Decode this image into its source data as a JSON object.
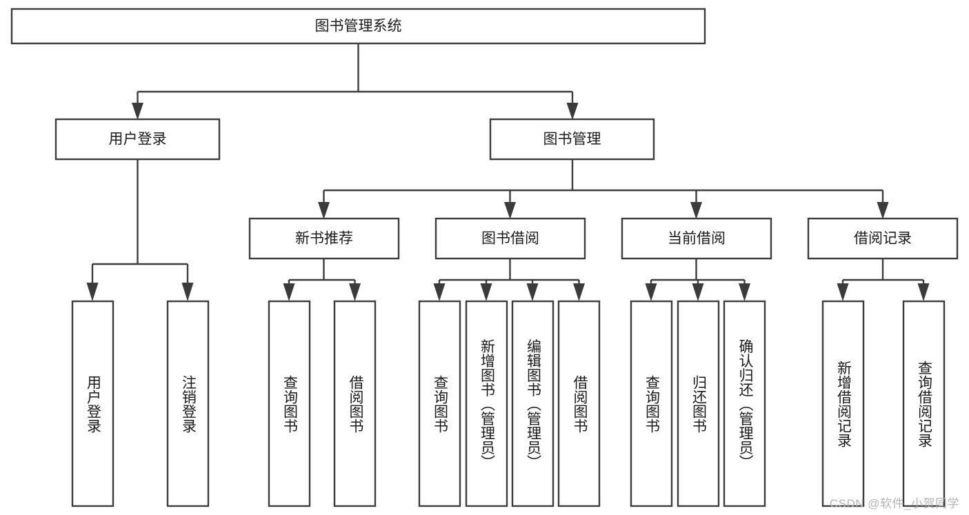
{
  "diagram": {
    "title": "图书管理系统",
    "type": "tree-hierarchy-chart",
    "watermark": "CSDN @软件_小贺同学",
    "colors": {
      "stroke": "#3b3b3b",
      "fill": "#ffffff",
      "text": "#1a1a1a",
      "watermark": "#b4b4b4",
      "background": "#ffffff"
    },
    "root": {
      "label": "图书管理系统",
      "orientation": "horizontal"
    },
    "level1": [
      {
        "label": "用户登录",
        "orientation": "horizontal"
      },
      {
        "label": "图书管理",
        "orientation": "horizontal"
      }
    ],
    "level2": [
      {
        "label": "新书推荐",
        "orientation": "horizontal"
      },
      {
        "label": "图书借阅",
        "orientation": "horizontal"
      },
      {
        "label": "当前借阅",
        "orientation": "horizontal"
      },
      {
        "label": "借阅记录",
        "orientation": "horizontal"
      }
    ],
    "leaves": {
      "user_login": [
        {
          "label": "用户登录",
          "orientation": "vertical"
        },
        {
          "label": "注销登录",
          "orientation": "vertical"
        }
      ],
      "new_book_recommend": [
        {
          "label": "查询图书",
          "orientation": "vertical"
        },
        {
          "label": "借阅图书",
          "orientation": "vertical"
        }
      ],
      "book_borrow": [
        {
          "label": "查询图书",
          "orientation": "vertical"
        },
        {
          "label": "新增图书（管理员）",
          "orientation": "vertical"
        },
        {
          "label": "编辑图书（管理员）",
          "orientation": "vertical"
        },
        {
          "label": "借阅图书",
          "orientation": "vertical"
        }
      ],
      "current_borrow": [
        {
          "label": "查询图书",
          "orientation": "vertical"
        },
        {
          "label": "归还图书",
          "orientation": "vertical"
        },
        {
          "label": "确认归还（管理员）",
          "orientation": "vertical"
        }
      ],
      "borrow_record": [
        {
          "label": "新增借阅记录",
          "orientation": "vertical"
        },
        {
          "label": "查询借阅记录",
          "orientation": "vertical"
        }
      ]
    }
  }
}
